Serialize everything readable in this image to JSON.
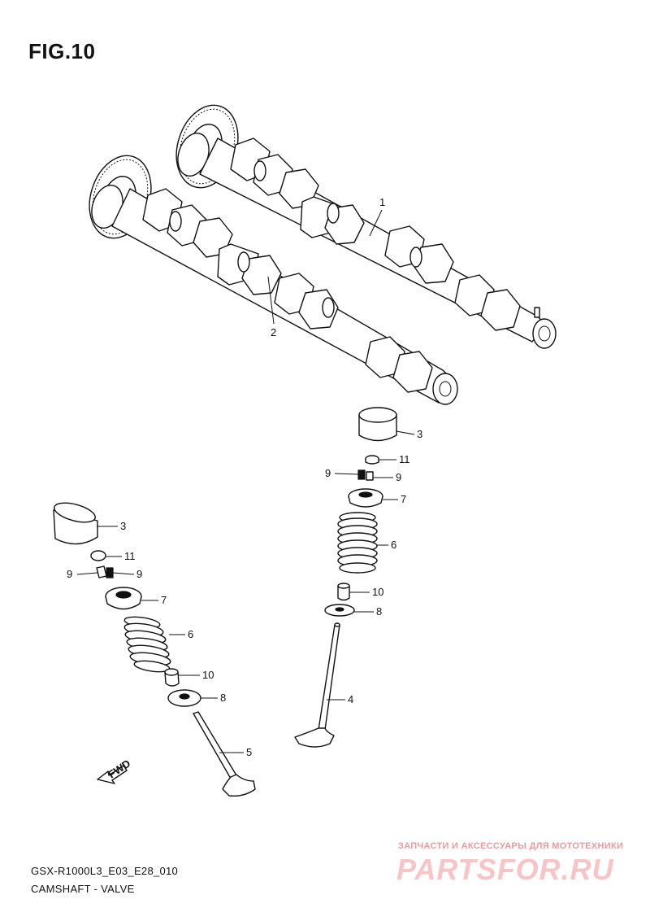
{
  "figure": {
    "title": "FIG.10"
  },
  "footer": {
    "model_code": "GSX-R1000L3_E03_E28_010",
    "caption": "CAMSHAFT - VALVE"
  },
  "watermark": {
    "tagline": "ЗАПЧАСТИ И АКСЕССУАРЫ ДЛЯ МОТОТЕХНИКИ",
    "logo": "PARTSFOR.RU"
  },
  "fwd_label": "FWD",
  "callouts": {
    "c1": "1",
    "c2": "2",
    "r3": "3",
    "r11": "11",
    "r9a": "9",
    "r9b": "9",
    "r7": "7",
    "r6": "6",
    "r10": "10",
    "r8": "8",
    "r4": "4",
    "l3": "3",
    "l11": "11",
    "l9a": "9",
    "l9b": "9",
    "l7": "7",
    "l6": "6",
    "l10": "10",
    "l8": "8",
    "l5": "5"
  }
}
